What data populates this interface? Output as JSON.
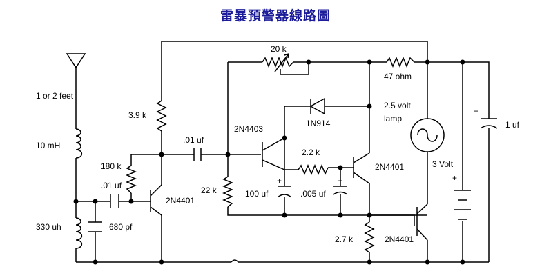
{
  "title": "雷暴預警器線路圖",
  "labels": {
    "antenna": "1 or 2 feet",
    "l1": "10 mH",
    "l2": "330 uh",
    "r180k": "180 k",
    "c01a": ".01 uf",
    "c680": "680 pf",
    "r39k": "3.9 k",
    "q1": "2N4401",
    "c01b": ".01 uf",
    "r22k": "22 k",
    "c100": "100 uf",
    "q2": "2N4403",
    "r22": "2.2 k",
    "c005": ".005 uf",
    "q3": "2N4401",
    "d1": "1N914",
    "r20k": "20 k",
    "r47": "47 ohm",
    "lamp_v": "2.5 volt",
    "lamp": "lamp",
    "r27k": "2.7 k",
    "q4": "2N4401",
    "batt": "3 Volt",
    "c1uf": "1 uf",
    "plus_batt": "+",
    "plus_c100": "+",
    "plus_c005": "+",
    "plus_c1uf": "+"
  }
}
